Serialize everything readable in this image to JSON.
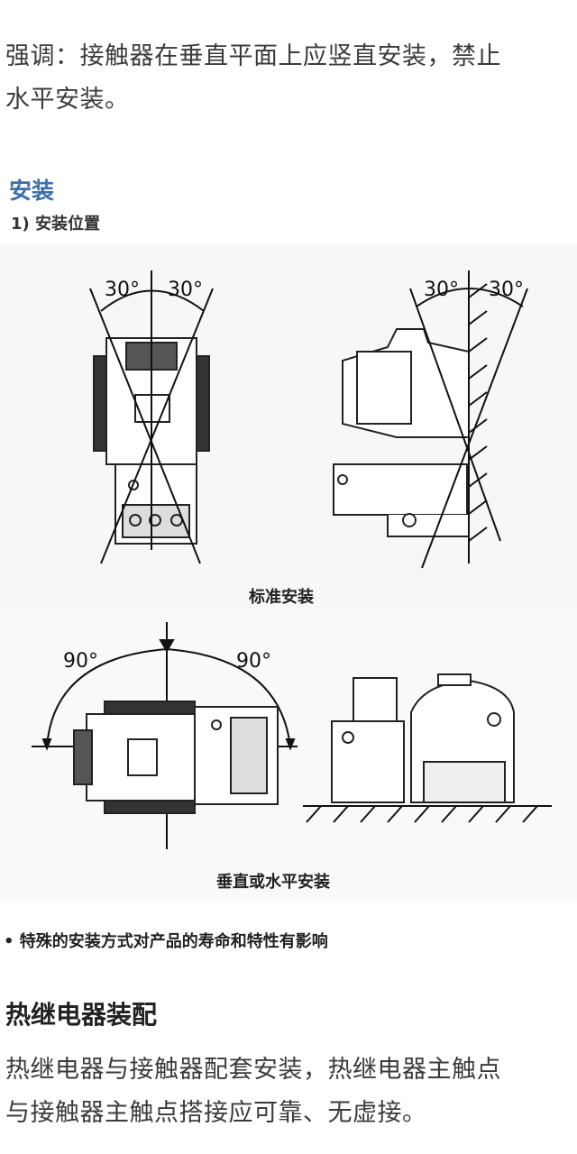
{
  "intro": {
    "line1": "强调：接触器在垂直平面上应竖直安装，禁止",
    "line2": "水平安装。"
  },
  "figure": {
    "title": "安装",
    "subtitle": "1) 安装位置",
    "angle_top_left": "30°",
    "angle_top_right": "30°",
    "angle_side_left": "30°",
    "angle_side_right": "30°",
    "caption_standard": "标准安装",
    "angle_bottom_left": "90°",
    "angle_bottom_right": "90°",
    "caption_vertical_horizontal": "垂直或水平安装"
  },
  "note": "• 特殊的安装方式对产品的寿命和特性有影响",
  "section": {
    "heading": "热继电器装配",
    "line1": "热继电器与接触器配套安装，热继电器主触点",
    "line2": "与接触器主触点搭接应可靠、无虚接。"
  }
}
